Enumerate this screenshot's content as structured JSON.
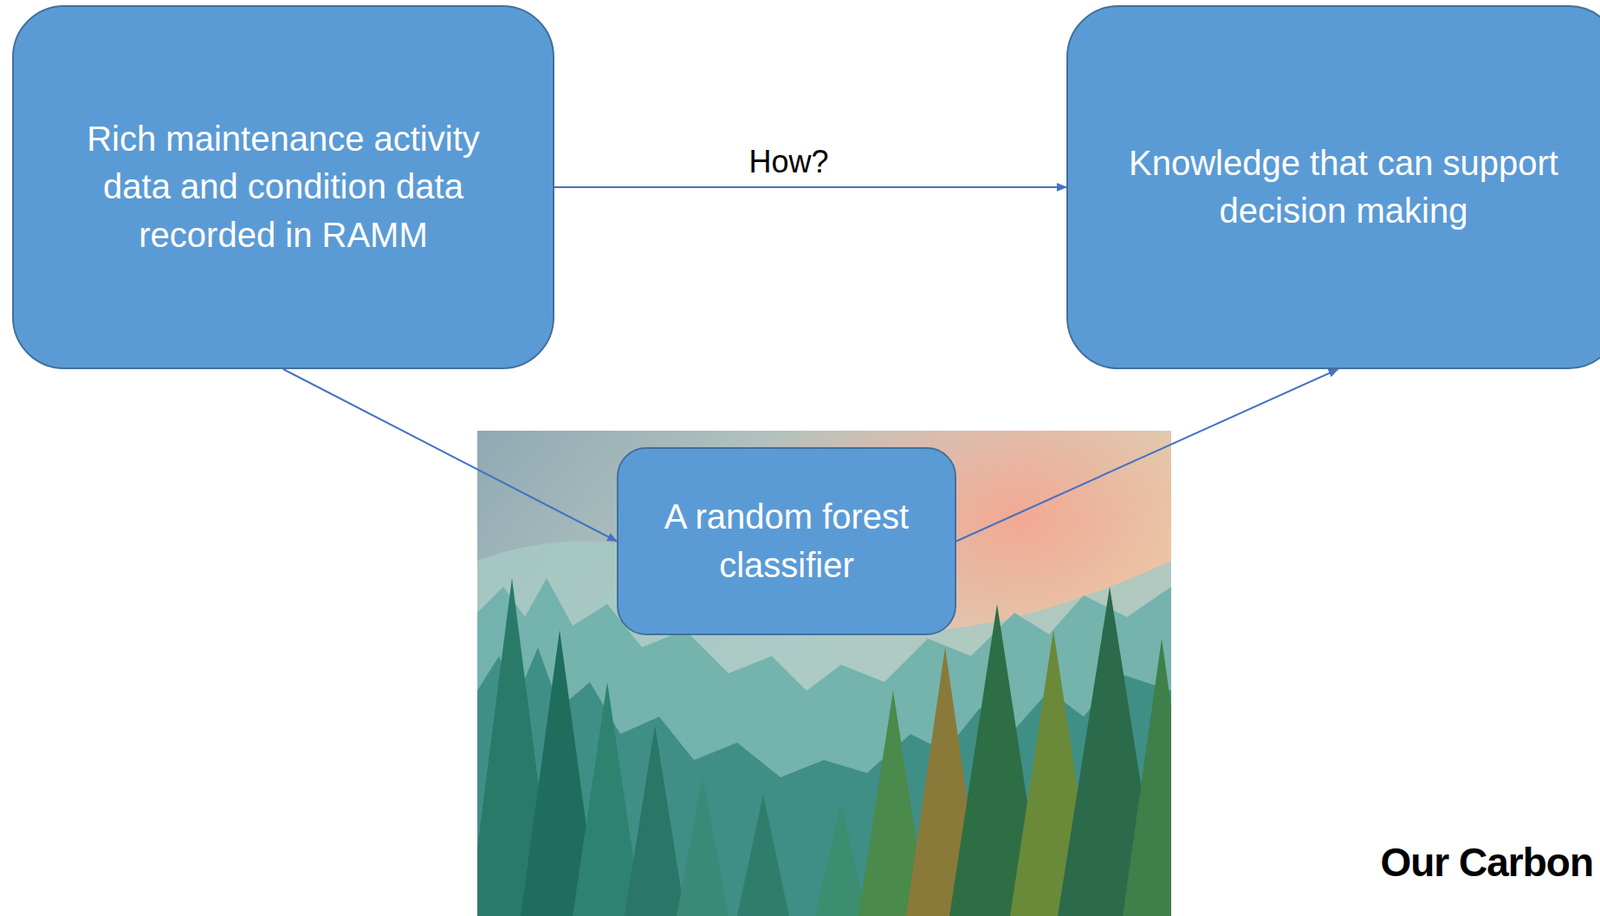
{
  "diagram": {
    "nodes": [
      {
        "text": [
          "Rich maintenance activity data and condition data recorded in RAMM"
        ]
      },
      {
        "text": [
          "Knowledge that can support decision making"
        ]
      },
      {
        "text": [
          "A random forest classifier"
        ]
      }
    ],
    "edges": [
      {
        "from": 0,
        "to": 1,
        "arrow": "to",
        "label": "How?"
      },
      {
        "from": 0,
        "to": 2,
        "arrow": "to"
      },
      {
        "from": 2,
        "to": 1,
        "arrow": "to"
      }
    ],
    "labels": [
      "Our Carbon"
    ]
  }
}
